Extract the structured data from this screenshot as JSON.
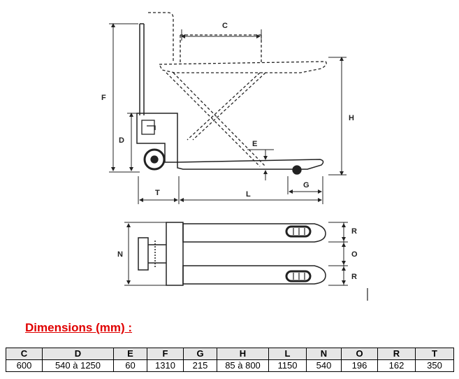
{
  "drawing": {
    "side_labels": {
      "C": "C",
      "F": "F",
      "D": "D",
      "E": "E",
      "H": "H",
      "T": "T",
      "L": "L",
      "G": "G"
    },
    "top_labels": {
      "N": "N",
      "R1": "R",
      "O": "O",
      "R2": "R"
    },
    "line_color": "#222222"
  },
  "section": {
    "title": "Dimensions (mm) :",
    "title_color": "#e00000"
  },
  "table": {
    "headers": [
      "C",
      "D",
      "E",
      "F",
      "G",
      "H",
      "L",
      "N",
      "O",
      "R",
      "T"
    ],
    "values": [
      "600",
      "540 à 1250",
      "60",
      "1310",
      "215",
      "85 à 800",
      "1150",
      "540",
      "196",
      "162",
      "350"
    ]
  }
}
